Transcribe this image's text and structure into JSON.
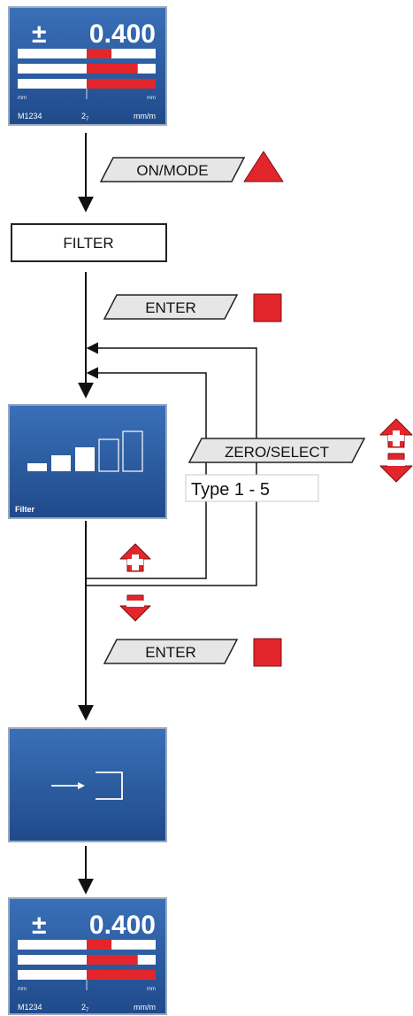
{
  "screen_top": {
    "sign": "±",
    "value": "0.400",
    "bar_levels": [
      0.18,
      0.37,
      0.5
    ],
    "unit_id": "M1234",
    "resolution_base": "2",
    "resolution_sub": "7",
    "unit": "mm/m",
    "scale_left": "mm",
    "scale_right": "mm"
  },
  "step1": {
    "label": "ON/MODE",
    "key": "up-triangle-key"
  },
  "filter_box": {
    "label": "FILTER"
  },
  "step2": {
    "label": "ENTER",
    "key": "square-key"
  },
  "filter_screen": {
    "label": "Filter",
    "bars_filled": 3,
    "bars_total": 5
  },
  "select": {
    "label": "ZERO/SELECT",
    "type_label": "Type 1 - 5"
  },
  "step3": {
    "label": "ENTER",
    "key": "square-key"
  },
  "enter_screen": {
    "icon": "enter-arrow-icon"
  },
  "screen_bottom": {
    "sign": "±",
    "value": "0.400",
    "unit_id": "M1234",
    "resolution_base": "2",
    "resolution_sub": "7",
    "unit": "mm/m"
  },
  "colors": {
    "screen": "#2e5fa5",
    "key_red": "#e3262b",
    "bar_red": "#e3262b"
  }
}
